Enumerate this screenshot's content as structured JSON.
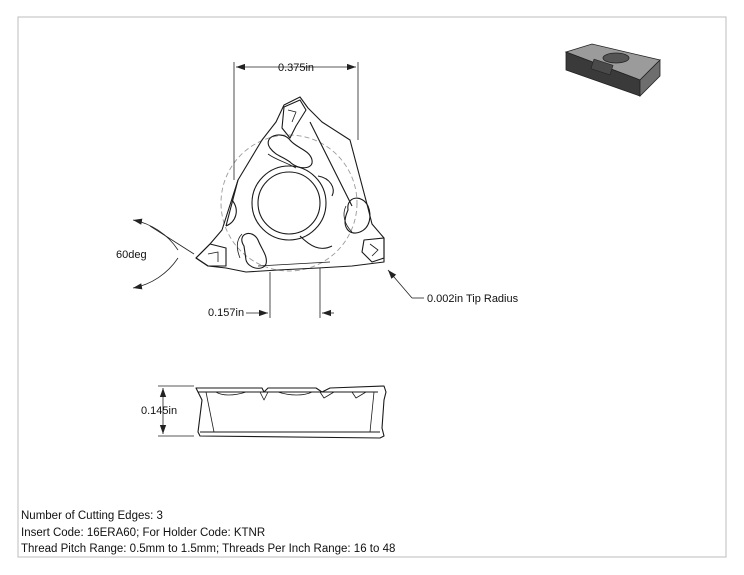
{
  "drawing": {
    "dimensions": {
      "width": "0.375in",
      "angle": "60deg",
      "offset": "0.157in",
      "tip_radius": "0.002in Tip Radius",
      "thickness": "0.145in"
    },
    "notes": [
      "Number of Cutting Edges: 3",
      "Insert Code: 16ERA60; For Holder Code: KTNR",
      "Thread Pitch Range: 0.5mm to 1.5mm; Threads Per Inch Range: 16 to 48"
    ]
  },
  "colors": {
    "line": "#1a1a1a",
    "dim_line": "#222222",
    "hidden": "#9a9a9a",
    "border": "#bdbdbd",
    "iso_dark": "#3a3a3a",
    "iso_mid": "#6e6e6e",
    "iso_light": "#9b9b9b"
  }
}
